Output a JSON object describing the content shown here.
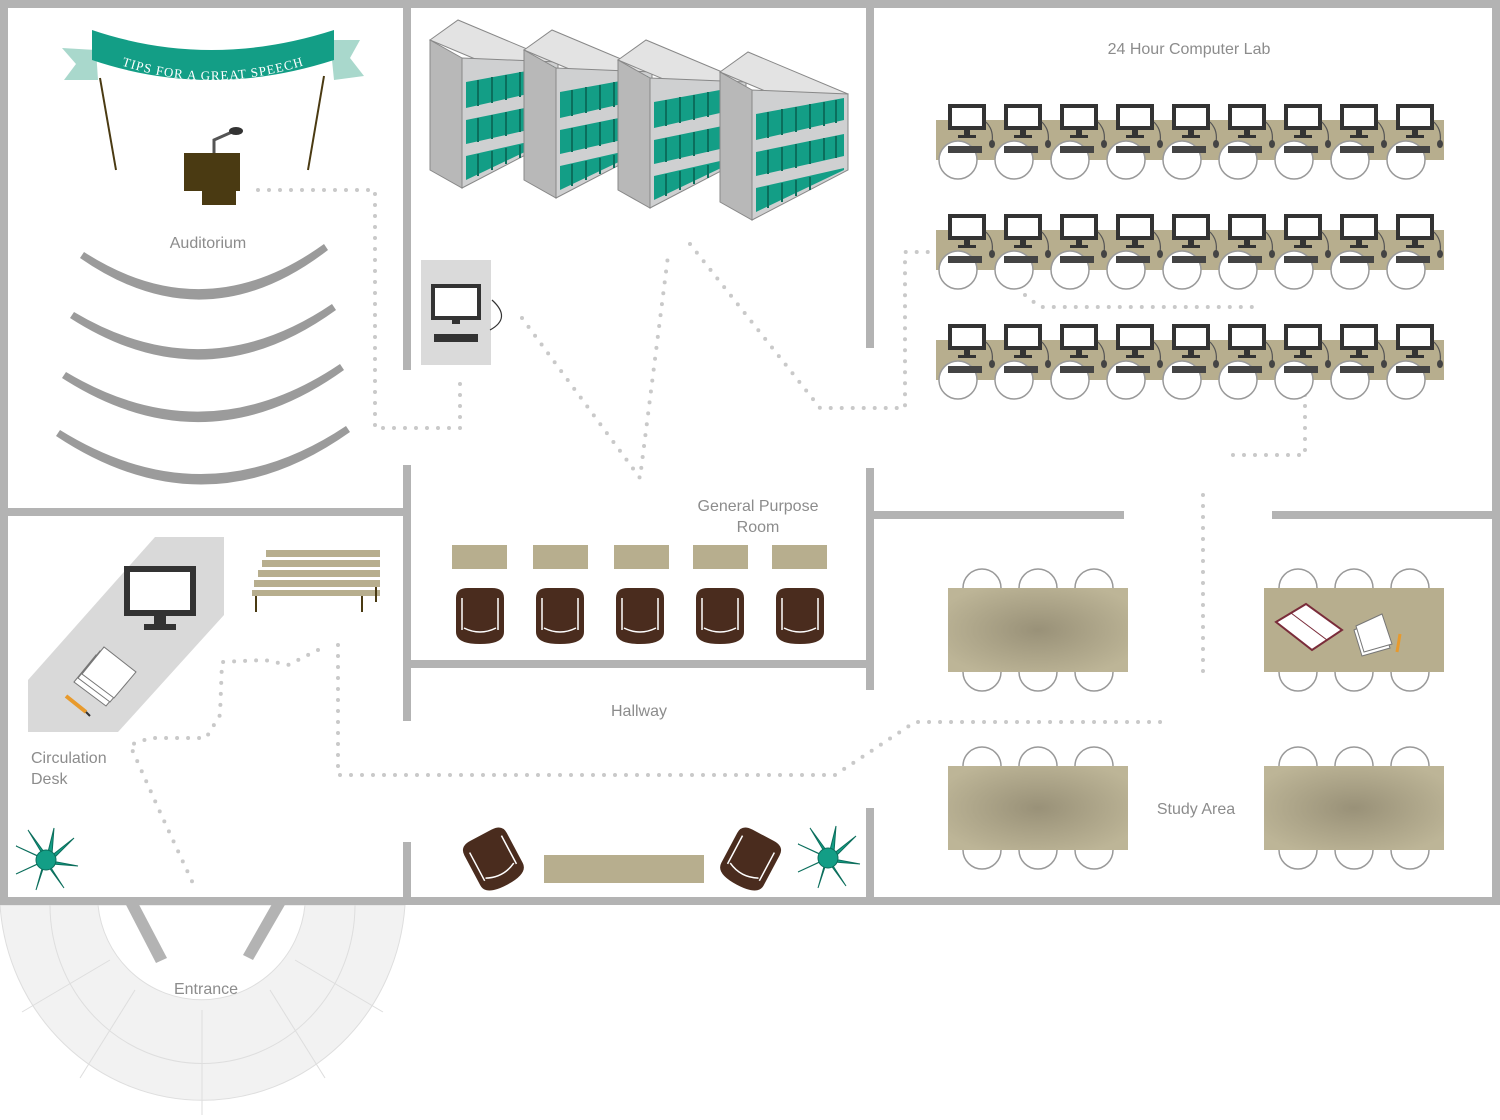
{
  "labels": {
    "auditorium": "Auditorium",
    "computer_lab": "24 Hour Computer Lab",
    "general_purpose_line1": "General Purpose",
    "general_purpose_line2": "Room",
    "hallway": "Hallway",
    "circulation_line1": "Circulation",
    "circulation_line2": "Desk",
    "study_area": "Study Area",
    "entrance": "Entrance"
  },
  "banner": {
    "text": "TIPS FOR A GREAT SPEECH"
  },
  "colors": {
    "wall": "#b3b3b3",
    "teal": "#139e86",
    "dark_teal": "#0b6e5c",
    "banner_tail": "#a9d8cc",
    "tan": "#b7ae8e",
    "brown": "#4a2c1e",
    "podium": "#4a3a12",
    "shelf": "#d2d3d4",
    "seat": "#9b9b9b",
    "path_dots": "#c9c9c9",
    "entrance_floor": "#f2f2f2"
  },
  "icons": [
    "podium-icon",
    "bookshelf-icon",
    "computer-icon",
    "armchair-icon",
    "bench-icon",
    "plant-icon",
    "open-book-icon",
    "papers-icon",
    "pencil-icon"
  ]
}
